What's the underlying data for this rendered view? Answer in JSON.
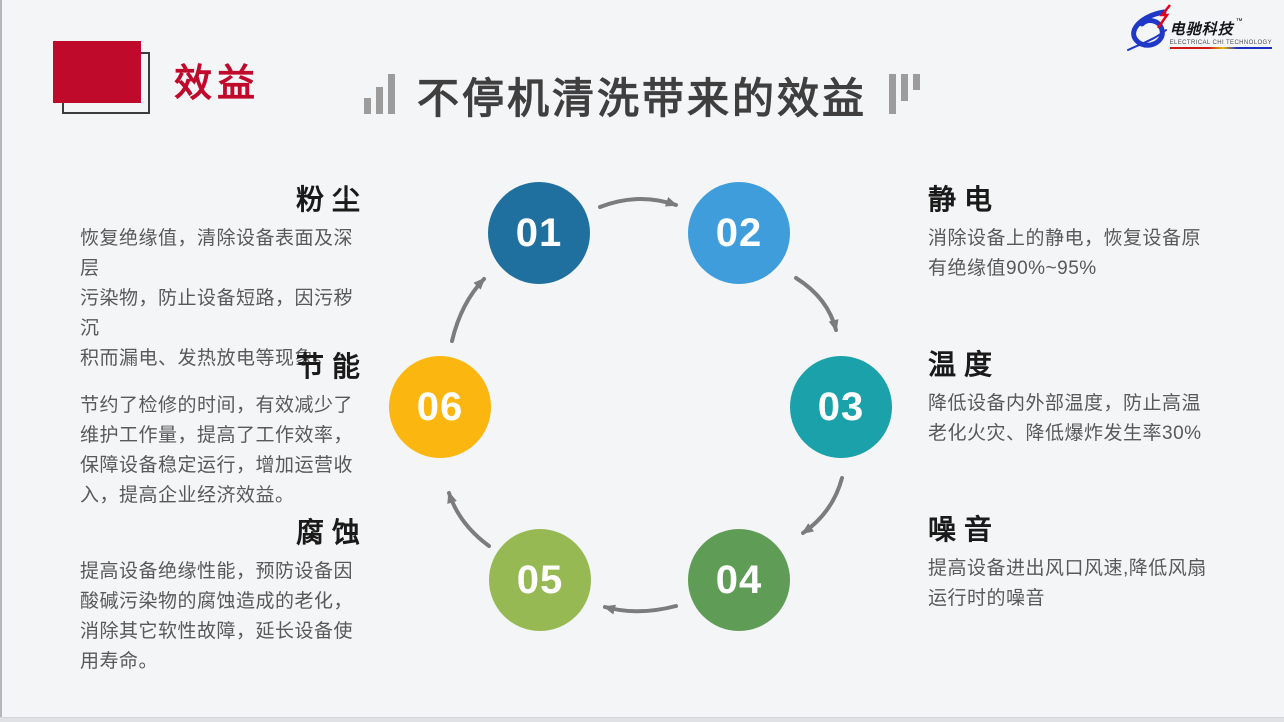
{
  "slide": {
    "badge_label": "效益",
    "title": "不停机清洗带来的效益"
  },
  "logo": {
    "name": "电驰科技",
    "tm": "™",
    "subtitle": "ELECTRICAL CHI TECHNOLOGY"
  },
  "benefits": {
    "left": [
      {
        "heading": "粉尘",
        "body": "恢复绝缘值，清除设备表面及深层\n污染物，防止设备短路，因污秽沉\n积而漏电、发热放电等现象。"
      },
      {
        "heading": "节能",
        "body": "节约了检修的时间，有效减少了\n维护工作量，提高了工作效率，\n保障设备稳定运行，增加运营收\n入，提高企业经济效益。"
      },
      {
        "heading": "腐蚀",
        "body": "提高设备绝缘性能，预防设备因\n酸碱污染物的腐蚀造成的老化，\n消除其它软性故障，延长设备使\n用寿命。"
      }
    ],
    "right": [
      {
        "heading": "静电",
        "body": "消除设备上的静电，恢复设备原\n有绝缘值90%~95%"
      },
      {
        "heading": "温度",
        "body": "降低设备内外部温度，防止高温\n老化火灾、降低爆炸发生率30%"
      },
      {
        "heading": "噪音",
        "body": "提高设备进出风口风速,降低风扇\n运行时的噪音"
      }
    ]
  },
  "diagram": {
    "steps": [
      {
        "number": "01",
        "color": "#20709F"
      },
      {
        "number": "02",
        "color": "#3F9DDB"
      },
      {
        "number": "03",
        "color": "#1BA1A9"
      },
      {
        "number": "04",
        "color": "#5F9C55"
      },
      {
        "number": "05",
        "color": "#97B954"
      },
      {
        "number": "06",
        "color": "#FBB60F"
      }
    ],
    "arrow_color": "#7C7C7C"
  },
  "colors": {
    "background": "#F4F5F7",
    "accent_red": "#C00A2B",
    "title_gray": "#3F3F3F",
    "heading_black": "#1A1A1A",
    "body_gray": "#595959",
    "bar_gray": "#9C9C9C",
    "logo_blue": "#2038C8",
    "logo_red": "#E3001B"
  }
}
